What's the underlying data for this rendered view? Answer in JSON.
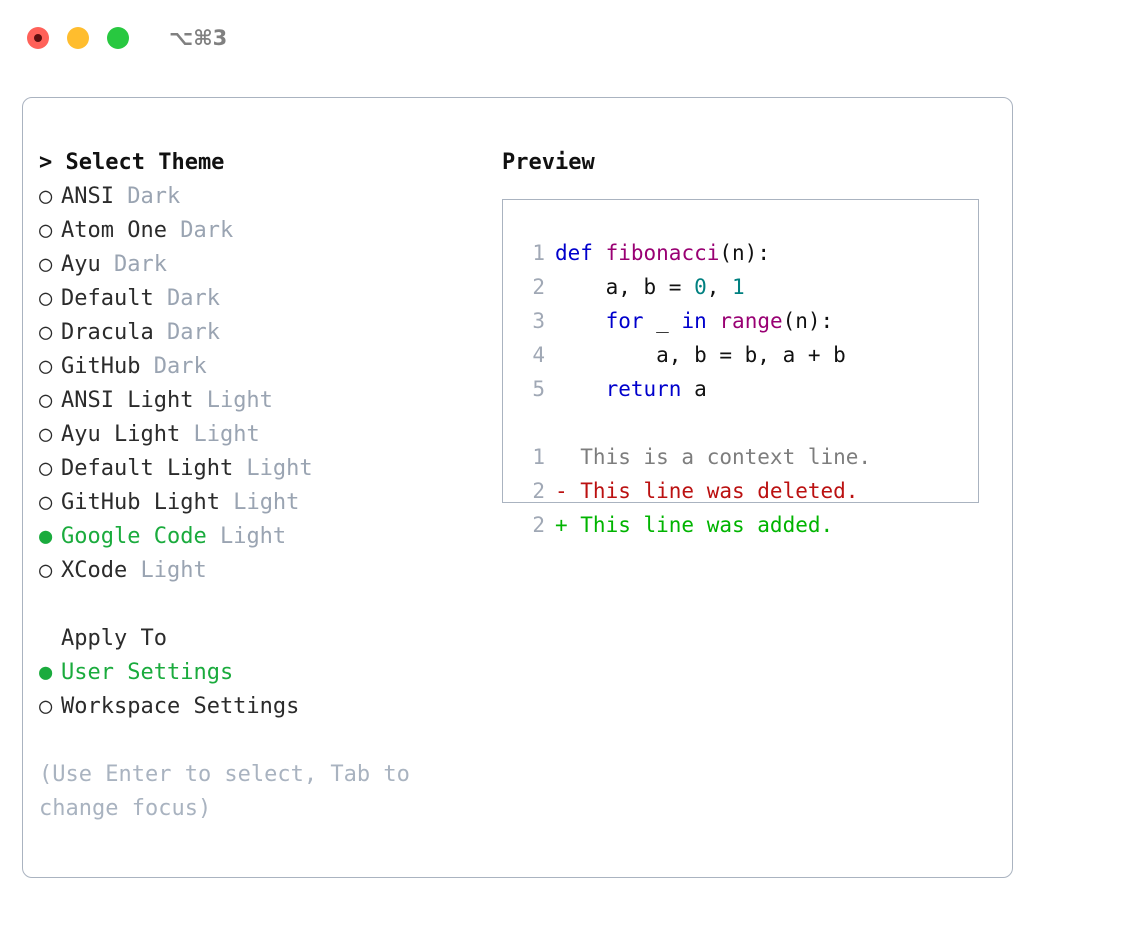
{
  "window": {
    "traffic_lights": [
      "close",
      "minimize",
      "maximize"
    ],
    "shortcut_label": "⌥⌘3",
    "colors": {
      "close": "#ff6159",
      "minimize": "#ffbd2e",
      "maximize": "#28c840",
      "accent_green": "#1aab3d",
      "panel_border": "#aab3c0",
      "muted_text": "#9aa4b2",
      "hint_text": "#a9b3c0"
    }
  },
  "theme_list": {
    "header": "> Select Theme",
    "bullet_selected": "●",
    "bullet_unselected": "○",
    "items": [
      {
        "name": "ANSI",
        "variant": "Dark",
        "selected": false
      },
      {
        "name": "Atom One",
        "variant": "Dark",
        "selected": false
      },
      {
        "name": "Ayu",
        "variant": "Dark",
        "selected": false
      },
      {
        "name": "Default",
        "variant": "Dark",
        "selected": false
      },
      {
        "name": "Dracula",
        "variant": "Dark",
        "selected": false
      },
      {
        "name": "GitHub",
        "variant": "Dark",
        "selected": false
      },
      {
        "name": "ANSI Light",
        "variant": "Light",
        "selected": false
      },
      {
        "name": "Ayu Light",
        "variant": "Light",
        "selected": false
      },
      {
        "name": "Default Light",
        "variant": "Light",
        "selected": false
      },
      {
        "name": "GitHub Light",
        "variant": "Light",
        "selected": false
      },
      {
        "name": "Google Code",
        "variant": "Light",
        "selected": true
      },
      {
        "name": "XCode",
        "variant": "Light",
        "selected": false
      }
    ]
  },
  "apply_to": {
    "header": "Apply To",
    "items": [
      {
        "name": "User Settings",
        "selected": true
      },
      {
        "name": "Workspace Settings",
        "selected": false
      }
    ]
  },
  "hint": "(Use Enter to select, Tab to change focus)",
  "preview": {
    "title": "Preview",
    "code_lines": [
      {
        "no": "1",
        "tokens": [
          {
            "t": "def",
            "c": "kw"
          },
          {
            "t": " ",
            "c": "plain"
          },
          {
            "t": "fibonacci",
            "c": "fn"
          },
          {
            "t": "(n):",
            "c": "plain"
          }
        ]
      },
      {
        "no": "2",
        "tokens": [
          {
            "t": "    a, b = ",
            "c": "plain"
          },
          {
            "t": "0",
            "c": "num"
          },
          {
            "t": ", ",
            "c": "plain"
          },
          {
            "t": "1",
            "c": "num"
          }
        ]
      },
      {
        "no": "3",
        "tokens": [
          {
            "t": "    ",
            "c": "plain"
          },
          {
            "t": "for",
            "c": "kw"
          },
          {
            "t": " _ ",
            "c": "plain"
          },
          {
            "t": "in",
            "c": "kw"
          },
          {
            "t": " ",
            "c": "plain"
          },
          {
            "t": "range",
            "c": "fn"
          },
          {
            "t": "(n):",
            "c": "plain"
          }
        ]
      },
      {
        "no": "4",
        "tokens": [
          {
            "t": "        a, b = b, a + b",
            "c": "plain"
          }
        ]
      },
      {
        "no": "5",
        "tokens": [
          {
            "t": "    ",
            "c": "plain"
          },
          {
            "t": "return",
            "c": "kw"
          },
          {
            "t": " a",
            "c": "plain"
          }
        ]
      }
    ],
    "diff_lines": [
      {
        "no": "1",
        "marker": " ",
        "text": "  This is a context line.",
        "kind": "ctx"
      },
      {
        "no": "2",
        "marker": "-",
        "text": "- This line was deleted.",
        "kind": "del"
      },
      {
        "no": "2",
        "marker": "+",
        "text": "+ This line was added.",
        "kind": "add"
      }
    ]
  }
}
